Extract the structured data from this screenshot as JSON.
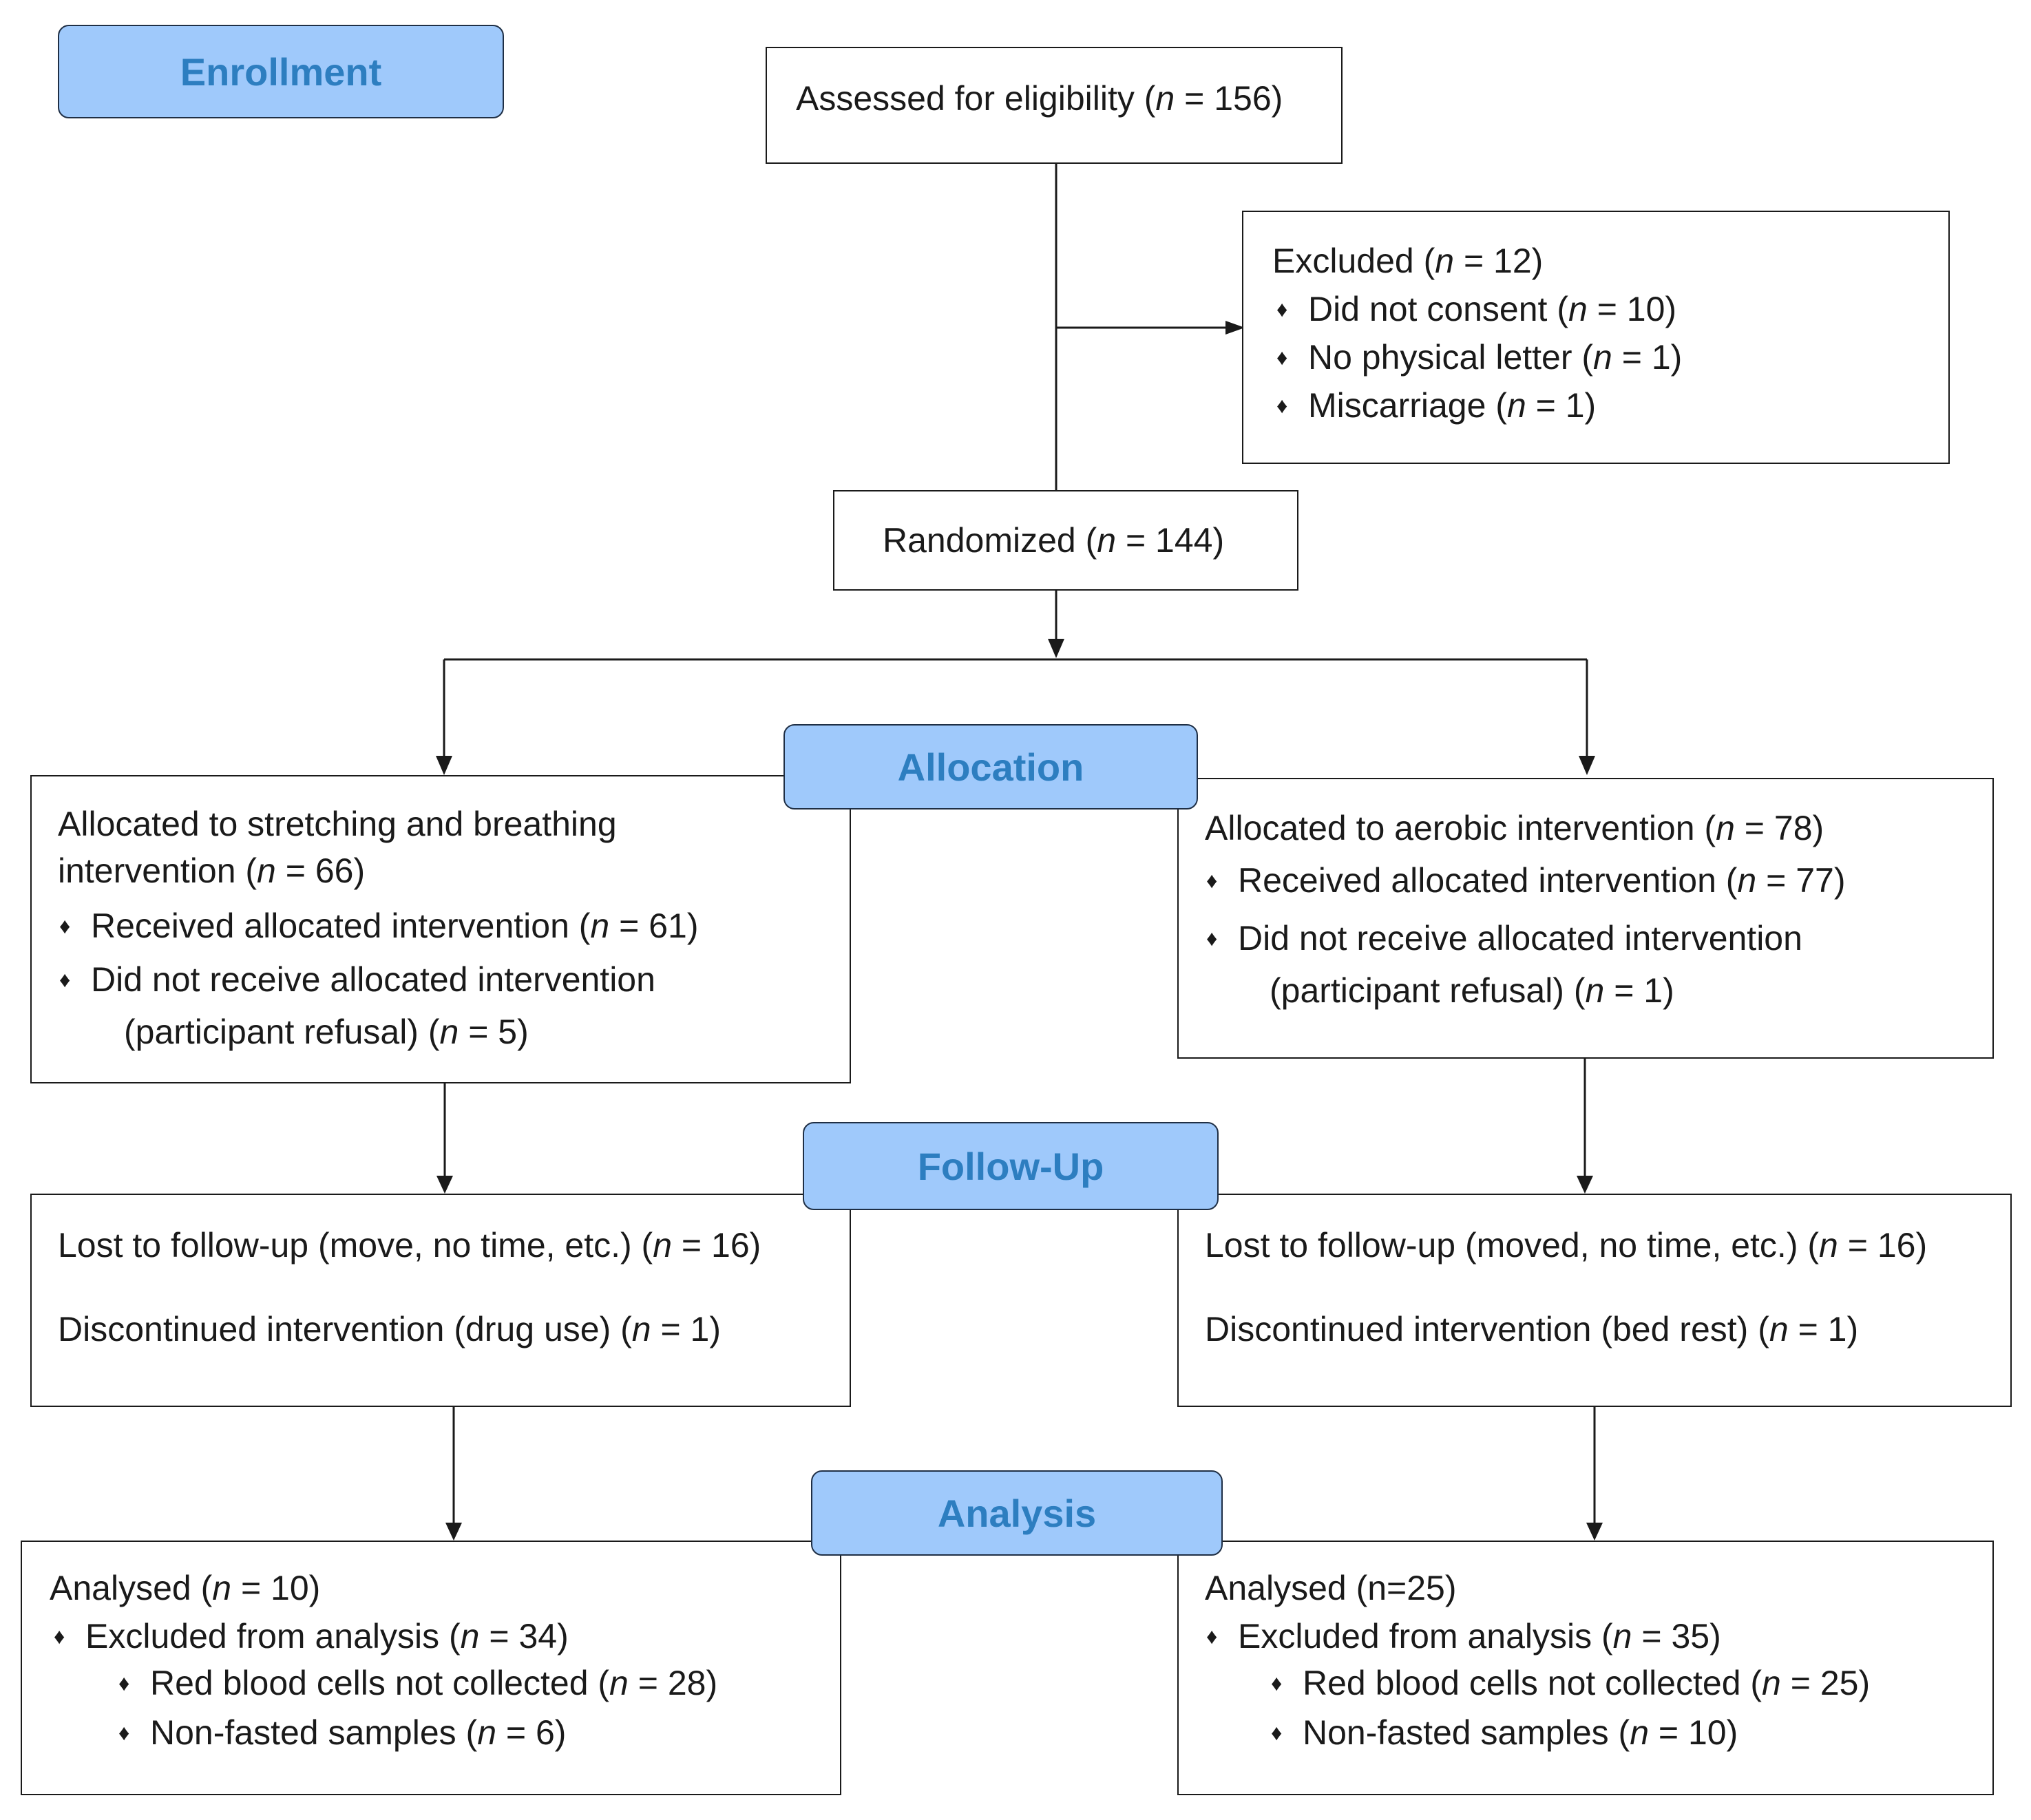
{
  "stages": {
    "enrollment": "Enrollment",
    "allocation": "Allocation",
    "follow_up": "Follow-Up",
    "analysis": "Analysis"
  },
  "bullet_symbol": "♦",
  "assessed": {
    "label": "Assessed for eligibility (",
    "n_italic": "n",
    "value": " = 156)"
  },
  "excluded": {
    "title": {
      "label": "Excluded (",
      "n_italic": "n",
      "value": " = 12)"
    },
    "items": [
      {
        "label": "Did not consent (",
        "n_italic": "n",
        "value": " = 10)"
      },
      {
        "label": "No physical letter (",
        "n_italic": "n",
        "value": " = 1)"
      },
      {
        "label": "Miscarriage (",
        "n_italic": "n",
        "value": " = 1)"
      }
    ]
  },
  "randomized": {
    "label": "Randomized (",
    "n_italic": "n",
    "value": " = 144)"
  },
  "allocation_left": {
    "line1": "Allocated to stretching and breathing",
    "line2": {
      "label": "intervention (",
      "n_italic": "n",
      "value": " = 66)"
    },
    "received": {
      "label": "Received allocated intervention (",
      "n_italic": "n",
      "value": " = 61)"
    },
    "not_received": "Did not receive allocated intervention",
    "not_received_reason": {
      "label": "(participant refusal) (",
      "n_italic": "n",
      "value": " = 5)"
    }
  },
  "allocation_right": {
    "line1": {
      "label": "Allocated to aerobic intervention (",
      "n_italic": "n",
      "value": " = 78)"
    },
    "received": {
      "label": "Received allocated intervention (",
      "n_italic": "n",
      "value": " = 77)"
    },
    "not_received": "Did not receive allocated intervention",
    "not_received_reason": {
      "label": "(participant refusal) (",
      "n_italic": "n",
      "value": " = 1)"
    }
  },
  "followup_left": {
    "lost": {
      "label": "Lost to follow-up (move, no time, etc.) (",
      "n_italic": "n",
      "value": " = 16)"
    },
    "discontinued": {
      "label": "Discontinued intervention (drug use) (",
      "n_italic": "n",
      "value": " = 1)"
    }
  },
  "followup_right": {
    "lost": {
      "label": "Lost to follow-up (moved, no time, etc.) (",
      "n_italic": "n",
      "value": " = 16)"
    },
    "discontinued": {
      "label": "Discontinued intervention (bed rest) (",
      "n_italic": "n",
      "value": " = 1)"
    }
  },
  "analysis_left": {
    "analysed": {
      "label": "Analysed (",
      "n_italic": "n",
      "value": " = 10)"
    },
    "excluded": {
      "label": "Excluded from analysis (",
      "n_italic": "n",
      "value": " = 34)"
    },
    "rbc": {
      "label": "Red blood cells not collected (",
      "n_italic": "n",
      "value": " = 28)"
    },
    "nonfasted": {
      "label": "Non-fasted samples (",
      "n_italic": "n",
      "value": " = 6)"
    }
  },
  "analysis_right": {
    "analysed": "Analysed (n=25)",
    "excluded": {
      "label": "Excluded from analysis (",
      "n_italic": "n",
      "value": " = 35)"
    },
    "rbc": {
      "label": "Red blood cells not collected (",
      "n_italic": "n",
      "value": " = 25)"
    },
    "nonfasted": {
      "label": "Non-fasted samples (",
      "n_italic": "n",
      "value": " = 10)"
    }
  },
  "colors": {
    "stage_fill": "#9fc9fb",
    "stage_text": "#2d7ec0",
    "line": "#1a1a1a"
  }
}
